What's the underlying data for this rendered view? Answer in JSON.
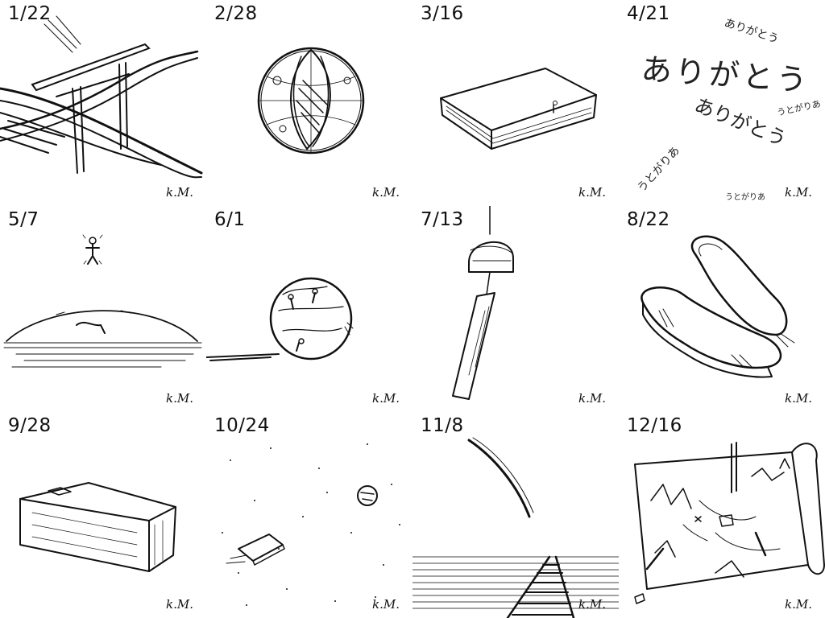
{
  "signature": "k.M.",
  "panels": [
    {
      "date": "1/22",
      "icon": "torii-gate-icon"
    },
    {
      "date": "2/28",
      "icon": "crystal-orb-icon"
    },
    {
      "date": "3/16",
      "icon": "book-icon"
    },
    {
      "date": "4/21",
      "icon": "calligraphy-text",
      "texts": {
        "big": "ありがとう",
        "small_1": "ありがとう",
        "mid": "ありがとう",
        "small_2": "うとがりあ",
        "rev_1": "うとがりあ",
        "rev_2": "うとがりあ"
      }
    },
    {
      "date": "5/7",
      "icon": "floating-figure-icon"
    },
    {
      "date": "6/1",
      "icon": "rolling-sphere-icon"
    },
    {
      "date": "7/13",
      "icon": "wind-chime-icon"
    },
    {
      "date": "8/22",
      "icon": "guitar-case-icon"
    },
    {
      "date": "9/28",
      "icon": "wooden-box-icon"
    },
    {
      "date": "10/24",
      "icon": "space-boat-icon"
    },
    {
      "date": "11/8",
      "icon": "railway-horizon-icon"
    },
    {
      "date": "12/16",
      "icon": "treasure-map-icon"
    }
  ]
}
